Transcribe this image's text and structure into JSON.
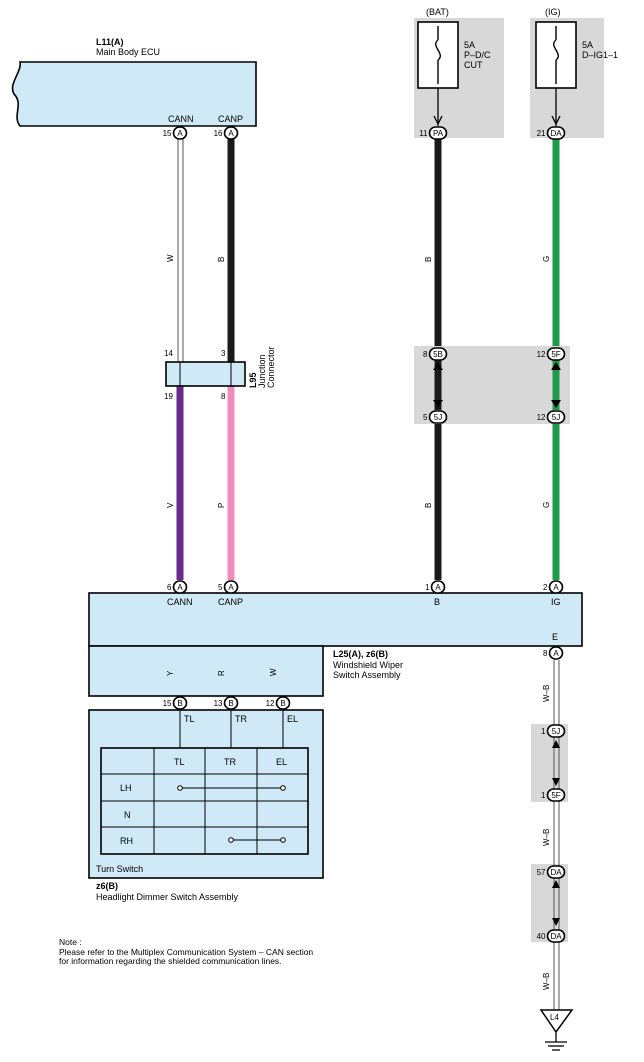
{
  "colors": {
    "component_fill": "#cfe9f6",
    "gray_box": "#d8d8d8",
    "wire_black": "#1a1a1a",
    "wire_green": "#1e9a4a",
    "wire_violet": "#6a2a8a",
    "wire_pink": "#f08cbc",
    "wire_yellow": "#f6d200",
    "wire_red": "#e4262b",
    "wire_white_outline": "#555555"
  },
  "components": {
    "main_body_ecu": {
      "code": "L11(A)",
      "name": "Main Body ECU"
    },
    "junction_connector": {
      "code": "L95",
      "name_line1": "Junction",
      "name_line2": "Connector"
    },
    "windshield_wiper": {
      "code": "L25(A), z6(B)",
      "name_line1": "Windshield Wiper",
      "name_line2": "Switch Assembly"
    },
    "headlight_dimmer": {
      "code": "z6(B)",
      "name": "Headlight Dimmer Switch Assembly"
    },
    "turn_switch_label": "Turn Switch"
  },
  "fuses": {
    "bat": {
      "supply": "(BAT)",
      "rating": "5A",
      "name_line1": "P–D/C",
      "name_line2": "CUT"
    },
    "ig": {
      "supply": "(IG)",
      "rating": "5A",
      "name_line1": "D–IG1–1"
    }
  },
  "pins": {
    "ecu_cann": {
      "num": "15",
      "conn": "A",
      "sig": "CANN"
    },
    "ecu_canp": {
      "num": "16",
      "conn": "A",
      "sig": "CANP"
    },
    "fuse_pa": {
      "num": "11",
      "conn": "PA"
    },
    "fuse_da": {
      "num": "21",
      "conn": "DA"
    },
    "jc_in_w": "14",
    "jc_in_b": "3",
    "jc_out_v": "19",
    "jc_out_p": "8",
    "jb_5b": {
      "num": "8",
      "conn": "5B"
    },
    "jb_5f_top": {
      "num": "12",
      "conn": "5F"
    },
    "jb_5j_b": {
      "num": "5",
      "conn": "5J"
    },
    "jb_5j_g": {
      "num": "12",
      "conn": "5J"
    },
    "sw_cann": {
      "num": "6",
      "conn": "A",
      "sig": "CANN"
    },
    "sw_canp": {
      "num": "5",
      "conn": "A",
      "sig": "CANP"
    },
    "sw_b": {
      "num": "1",
      "conn": "A",
      "sig": "B"
    },
    "sw_ig": {
      "num": "2",
      "conn": "A",
      "sig": "IG"
    },
    "sw_e": {
      "num": "8",
      "conn": "A",
      "sig": "E"
    },
    "ts_tl": {
      "num": "15",
      "conn": "B",
      "sig": "TL"
    },
    "ts_tr": {
      "num": "13",
      "conn": "B",
      "sig": "TR"
    },
    "ts_el": {
      "num": "12",
      "conn": "B",
      "sig": "EL"
    },
    "gnd_5j": {
      "num": "1",
      "conn": "5J"
    },
    "gnd_5f": {
      "num": "1",
      "conn": "5F"
    },
    "gnd_da57": {
      "num": "57",
      "conn": "DA"
    },
    "gnd_da40": {
      "num": "40",
      "conn": "DA"
    },
    "ground_point": "L4"
  },
  "wire_colors": {
    "w": "W",
    "b1": "B",
    "b2": "B",
    "b3": "B",
    "g1": "G",
    "g2": "G",
    "v": "V",
    "p": "P",
    "y": "Y",
    "r": "R",
    "w2": "W",
    "wb1": "W–B",
    "wb2": "W–B",
    "wb3": "W–B"
  },
  "switch_table": {
    "columns": [
      "TL",
      "TR",
      "EL"
    ],
    "rows": [
      "LH",
      "N",
      "RH"
    ]
  },
  "note": {
    "title": "Note :",
    "line1": "Please refer to the Multiplex Communication System – CAN section",
    "line2": "for information regarding the shielded communication lines."
  }
}
